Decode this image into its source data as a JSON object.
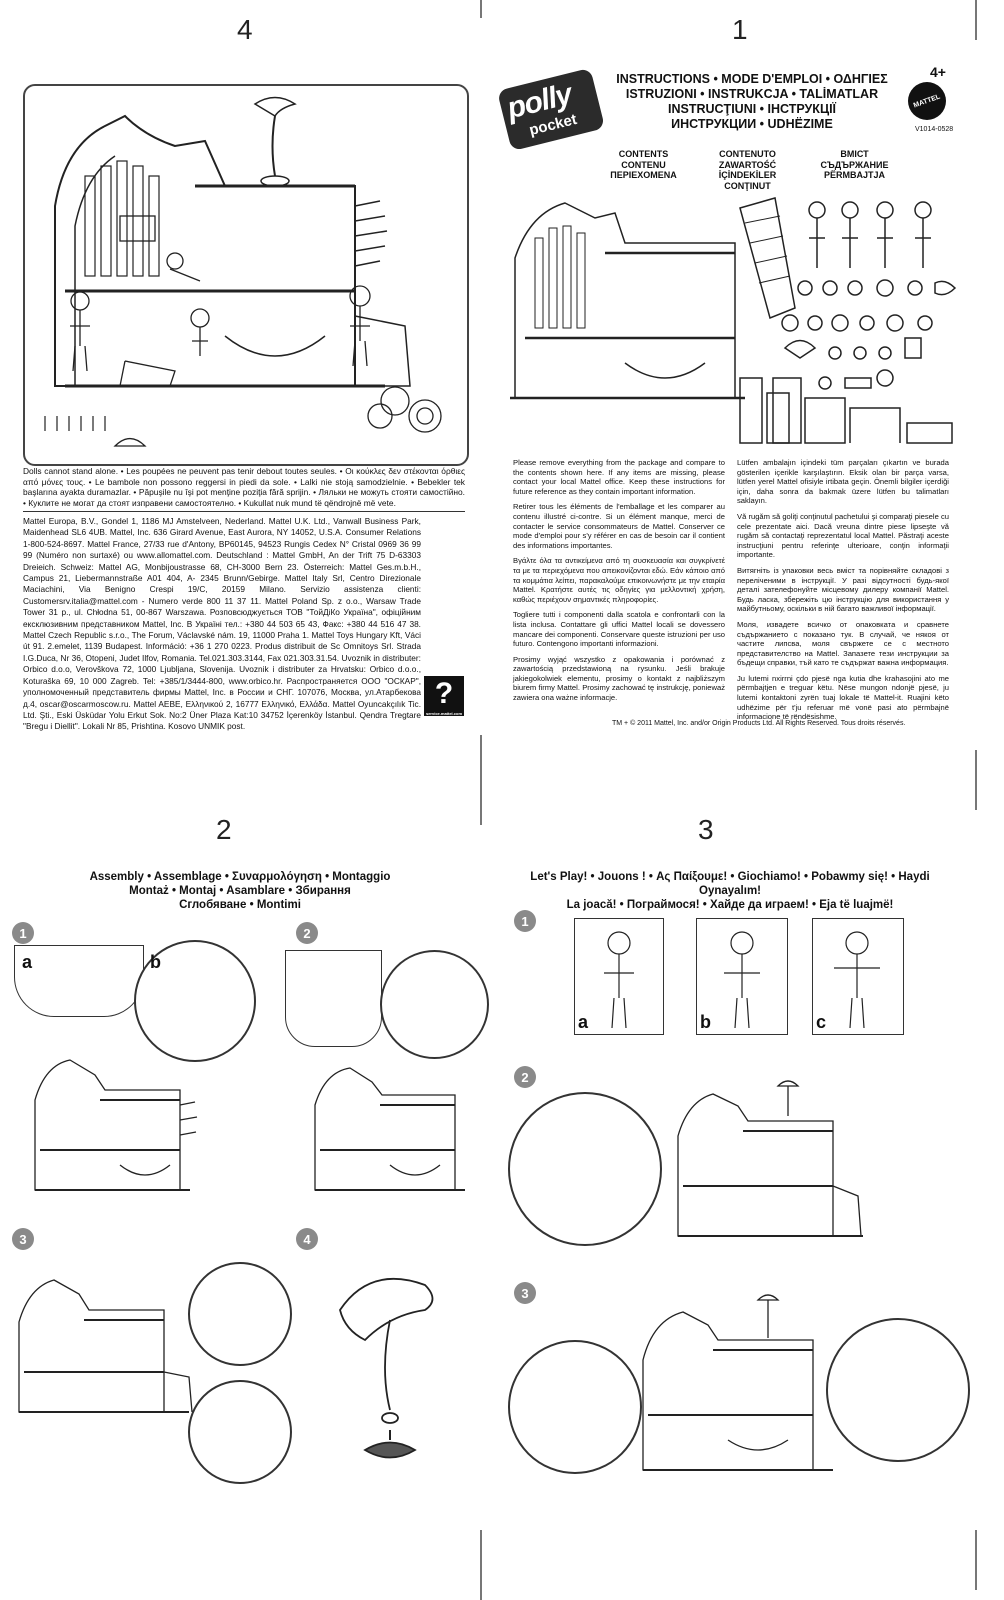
{
  "page_numbers": {
    "p4": "4",
    "p1": "1",
    "p2": "2",
    "p3": "3"
  },
  "logo": {
    "brand": "polly",
    "sub": "pocket"
  },
  "age": "4+",
  "mattel": "MATTEL",
  "code": "V1014-0528",
  "instructions_title": [
    "INSTRUCTIONS • MODE D'EMPLOI • ΟΔΗΓΙΕΣ",
    "ISTRUZIONI • INSTRUKCJA • TALİMATLAR",
    "INSTRUCŢIUNI • ІНСТРУКЦІЇ",
    "ИНСТРУКЦИИ • UDHËZIME"
  ],
  "contents_headers": [
    [
      "CONTENTS",
      "CONTENU",
      "ΠΕΡΙΕΧΟΜΕΝΑ"
    ],
    [
      "CONTENUTO",
      "ZAWARTOŚĆ",
      "İÇİNDEKİLER",
      "CONŢINUT"
    ],
    [
      "ВМІСТ",
      "СЪДЪРЖАНИЕ",
      "PËRMBAJTJA"
    ]
  ],
  "warning": "Dolls cannot stand alone. • Les poupées ne peuvent pas tenir debout toutes seules. • Οι κούκλες δεν στέκονται όρθιες από μόνες τους. • Le bambole non possono reggersi in piedi da sole. • Lalki nie stoją samodzielnie. • Bebekler tek başlarına ayakta duramazlar. • Păpuşile nu îşi pot menţine poziţia fără sprijin. • Ляльки не можуть стояти самостійно. • Куклите не могат да стоят изправени самостоятелно. • Kukullat nuk mund të qëndrojnë më vete.",
  "addresses": "Mattel Europa, B.V., Gondel 1, 1186 MJ Amstelveen, Nederland. Mattel U.K. Ltd., Vanwall Business Park, Maidenhead SL6 4UB. Mattel, Inc. 636 Girard Avenue, East Aurora, NY 14052, U.S.A. Consumer Relations 1-800-524-8697. Mattel France, 27/33 rue d'Antony, BP60145, 94523 Rungis Cedex N° Cristal 0969 36 99 99 (Numéro non surtaxé) ou www.allomattel.com. Deutschland : Mattel GmbH, An der Trift 75 D-63303 Dreieich. Schweiz: Mattel AG, Monbijoustrasse 68, CH-3000 Bern 23. Österreich: Mattel Ges.m.b.H., Campus 21, Liebermannstraße A01 404, A- 2345 Brunn/Gebirge. Mattel Italy Srl, Centro Direzionale Maciachini, Via Benigno Crespi 19/C, 20159 Milano. Servizio assistenza clienti: Customersrv.italia@mattel.com - Numero verde 800 11 37 11. Mattel Poland Sp. z o.o., Warsaw Trade Tower 31 p., ul. Chłodna 51, 00-867 Warszawa. Розповсюджується ТОВ \"ТойДіКо Україна\", офіційним ексклюзивним представником Mattel, Inc. В Україні тел.: +380 44 503 65 43, Факс: +380 44 516 47 38. Mattel Czech Republic s.r.o., The Forum, Václavské nám. 19, 11000 Praha 1. Mattel Toys Hungary Kft, Váci út 91. 2.emelet, 1139 Budapest. Információ: +36 1 270 0223. Produs distribuit de Sc Omnitoys Srl. Strada I.G.Duca, Nr 36, Otopeni, Judet Ilfov, Romania. Tel.021.303.3144, Fax 021.303.31.54. Uvoznik in distributer: Orbico d.o.o, Verovškova 72, 1000 Ljubljana, Slovenija. Uvoznik i distributer za Hrvatsku: Orbico d.o.o., Koturaška 69, 10 000 Zagreb. Tel: +385/1/3444-800, www.orbico.hr. Распространяется ООО \"ОСКАР\", уполномоченный представитель фирмы Mattel, Inc. в России и СНГ. 107076, Москва, ул.Атарбекова д.4, oscar@oscarmoscow.ru. Mattel AEBE, Ελληνικού 2, 16777 Ελληνικό, Ελλάδα. Mattel Oyuncakçılık Tic. Ltd. Şti., Eski Üsküdar Yolu Erkut Sok. No:2 Üner Plaza Kat:10 34752 İçerenköy İstanbul. Qendra Tregtare \"Bregu i Diellit\". Lokali Nr 85, Prishtina. Kosovo UNMIK post.",
  "service_url": "service.mattel.com",
  "instructions_left": [
    "Please remove everything from the package and compare to the contents shown here. If any items are missing, please contact your local Mattel office. Keep these instructions for future reference as they contain important information.",
    "Retirer tous les éléments de l'emballage et les comparer au contenu illustré ci-contre. Si un élément manque, merci de contacter le service consommateurs de Mattel. Conserver ce mode d'emploi pour s'y référer en cas de besoin car il contient des informations importantes.",
    "Βγάλτε όλα τα αντικείμενα από τη συσκευασία και συγκρίνετέ τα με τα περιεχόμενα που απεικονίζονται εδώ. Εάν κάποιο από τα κομμάτια λείπει, παρακαλούμε επικοινωνήστε με την εταιρία Mattel. Κρατήστε αυτές τις οδηγίες για μελλοντική χρήση, καθώς περιέχουν σημαντικές πληροφορίες.",
    "Togliere tutti i componenti dalla scatola e confrontarli con la lista inclusa. Contattare gli uffici Mattel locali se dovessero mancare dei componenti. Conservare queste istruzioni per uso futuro. Contengono importanti informazioni.",
    "Prosimy wyjąć wszystko z opakowania i porównać z zawartością przedstawioną na rysunku. Jeśli brakuje jakiegokolwiek elementu, prosimy o kontakt z najbliższym biurem firmy Mattel. Prosimy zachować tę instrukcję, ponieważ zawiera ona ważne informacje."
  ],
  "instructions_right": [
    "Lütfen ambalajın içindeki tüm parçaları çıkartın ve burada gösterilen içerikle karşılaştırın. Eksik olan bir parça varsa, lütfen yerel Mattel ofisiyle irtibata geçin. Önemli bilgiler içerdiği için, daha sonra da bakmak üzere lütfen bu talimatları saklayın.",
    "Vă rugăm să goliţi conţinutul pachetului şi comparaţi piesele cu cele prezentate aici. Dacă vreuna dintre piese lipseşte vă rugăm să contactaţi reprezentatul local Mattel. Păstraţi aceste instrucţiuni pentru referinţe ulterioare, conţin informaţii importante.",
    "Витягніть із упаковки весь вміст та порівняйте складові з переліченими в інструкції. У разі відсутності будь-якої деталі зателефонуйте місцевому дилеру компанії Mattel. Будь ласка, збережіть цю інструкцію для використання у майбутньому, оскільки в ній багато важливої інформації.",
    "Моля, извадете всичко от опаковката и сравнете съдържанието с показано тук. В случай, че някоя от частите липсва, моля свържете се с местното представителство на Mattel. Запазете тези инструкции за бъдещи справки, тъй като те съдържат важна информация.",
    "Ju lutemi nxirrni çdo pjesë nga kutia dhe krahasojini ato me përmbajtjen e treguar këtu. Nëse mungon ndonjë pjesë, ju lutemi kontaktoni zyrën tuaj lokale të Mattel-it. Ruajini këto udhëzime për t'ju referuar më vonë pasi ato përmbajnë informacione të rëndësishme."
  ],
  "copyright": "TM + © 2011 Mattel, Inc. and/or Origin Products Ltd. All Rights Reserved. Tous droits réservés.",
  "assembly_title": [
    "Assembly • Assemblage • Συναρμολόγηση • Montaggio",
    "Montaż • Montaj • Asamblare • Збирання",
    "Сглобяване • Montimi"
  ],
  "play_title": [
    "Let's Play! • Jouons ! • Ας Παίξουμε! • Giochiamo! • Pobawmy się! • Haydi Oynayalım!",
    "La joacă! • Пограймося! • Хайде да играем! • Eja të luajmë!"
  ],
  "steps": {
    "s1": "1",
    "s2": "2",
    "s3": "3",
    "s4": "4"
  },
  "sub_labels": {
    "a": "a",
    "b": "b",
    "c": "c"
  }
}
